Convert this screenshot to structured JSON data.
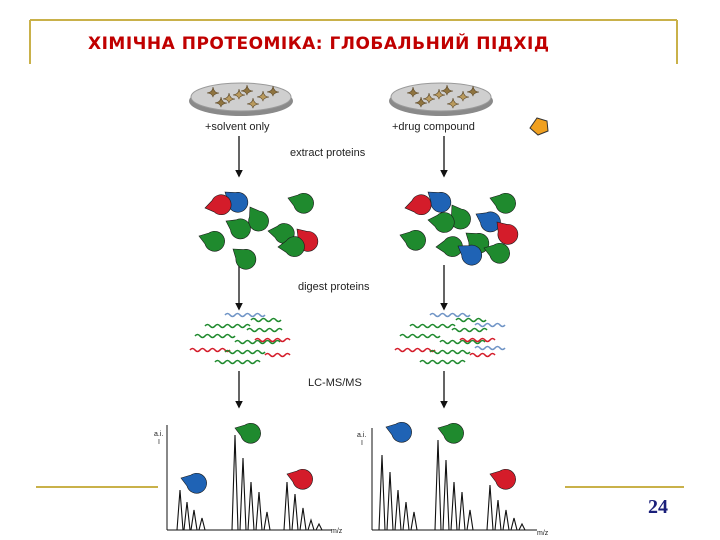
{
  "slide": {
    "title": "ХІМІЧНА ПРОТЕОМІКА: ГЛОБАЛЬНИЙ ПІДХІД",
    "page_number": "24"
  },
  "diagram": {
    "left_label": "+solvent only",
    "right_label": "+drug compound",
    "step1": "extract proteins",
    "step2": "digest proteins",
    "step3": "LC-MS/MS",
    "y_axis_label_line1": "a.i.",
    "y_axis_label_line2": "I",
    "x_axis_label": "m/z"
  },
  "colors": {
    "title": "#c00000",
    "accent_line": "#c9b14a",
    "protein_green": "#1f8a2e",
    "protein_blue": "#1f63b5",
    "protein_red": "#d41c2a",
    "peptide_lightblue": "#6f94c6",
    "drug": "#f0a020",
    "slide_number": "#1a1f7a"
  }
}
